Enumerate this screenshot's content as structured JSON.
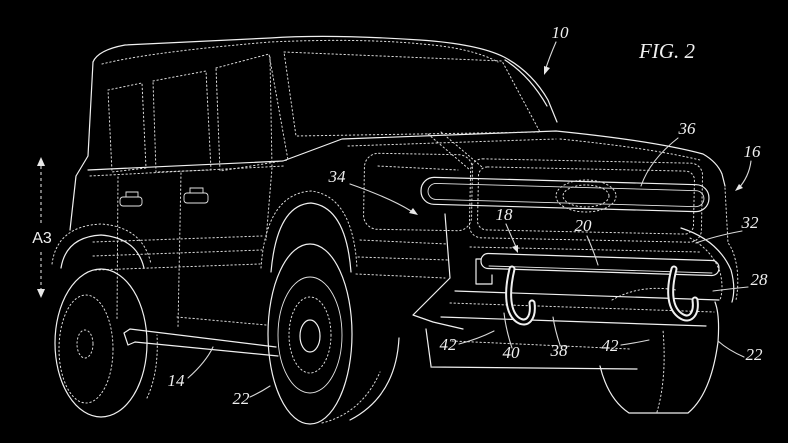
{
  "figure": {
    "title": "FIG. 2"
  },
  "colors": {
    "background": "#000000",
    "line": "#f0f0f0"
  },
  "dimension": {
    "label": "A3"
  },
  "callouts": [
    {
      "ref": "10"
    },
    {
      "ref": "36"
    },
    {
      "ref": "16"
    },
    {
      "ref": "32"
    },
    {
      "ref": "28"
    },
    {
      "ref": "22"
    },
    {
      "ref": "34"
    },
    {
      "ref": "18"
    },
    {
      "ref": "20"
    },
    {
      "ref": "42"
    },
    {
      "ref": "40"
    },
    {
      "ref": "38"
    },
    {
      "ref": "42"
    },
    {
      "ref": "22"
    },
    {
      "ref": "14"
    }
  ]
}
